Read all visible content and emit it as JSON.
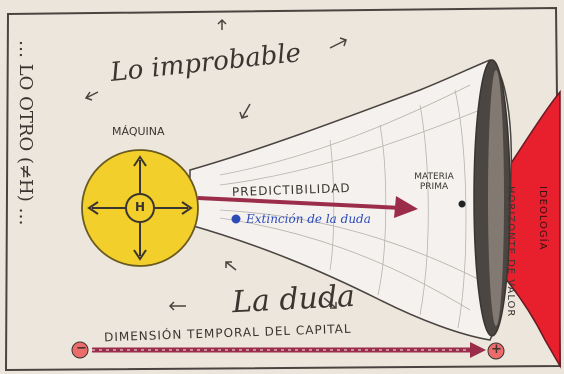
{
  "labels": {
    "improbable": "Lo improbable",
    "maquina": "MÁQUINA",
    "h_node": "H",
    "lo_otro": "… LO OTRO (≠H) …",
    "predictibilidad": "PREDICTIBILIDAD",
    "extincion": "Extinción de la duda",
    "la_duda": "La duda",
    "materia_prima": "MATERIA PRIMA",
    "horizonte": "HORIZONTE DE VALOR",
    "ideologia": "IDEOLOGÍA",
    "dimension": "DIMENSIÓN TEMPORAL DEL CAPITAL",
    "minus": "−",
    "plus": "+"
  },
  "colors": {
    "paper": "#ebe5dc",
    "sphere": "#f2cf2a",
    "funnel": "#f4f1ee",
    "ideologia": "#e8202e",
    "arrow": "#9b2d4a",
    "ink": "#3a3530",
    "blue": "#2b4bb8"
  }
}
